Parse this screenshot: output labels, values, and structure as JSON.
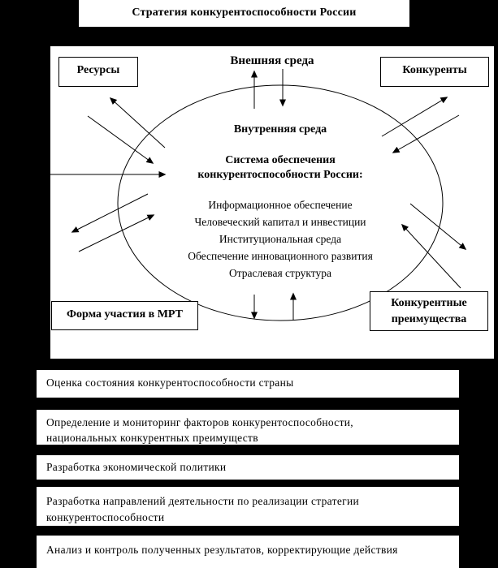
{
  "title": "Стратегия конкурентоспособности России",
  "diagram": {
    "external_label": "Внешняя среда",
    "internal_label": "Внутренняя среда",
    "system_heading": "Система обеспечения\nконкурентоспособности России:",
    "system_items": [
      "Информационное обеспечение",
      "Человеческий капитал и инвестиции",
      "Институциональная среда",
      "Обеспечение инновационного развития",
      "Отраслевая структура"
    ],
    "corner_boxes": {
      "top_left": "Ресурсы",
      "top_right": "Конкуренты",
      "bottom_left": "Форма участия в МРТ",
      "bottom_right": "Конкурентные\nпреимущества"
    }
  },
  "process_steps": [
    "Оценка состояния конкурентоспособности страны",
    "Определение и мониторинг факторов конкурентоспособности,\nнациональных конкурентных преимуществ",
    "Разработка экономической политики",
    "Разработка направлений деятельности по реализации стратегии\nконкурентоспособности",
    "Анализ и контроль полученных результатов, корректирующие действия"
  ],
  "colors": {
    "background": "#000000",
    "panel": "#ffffff",
    "ink": "#000000"
  }
}
